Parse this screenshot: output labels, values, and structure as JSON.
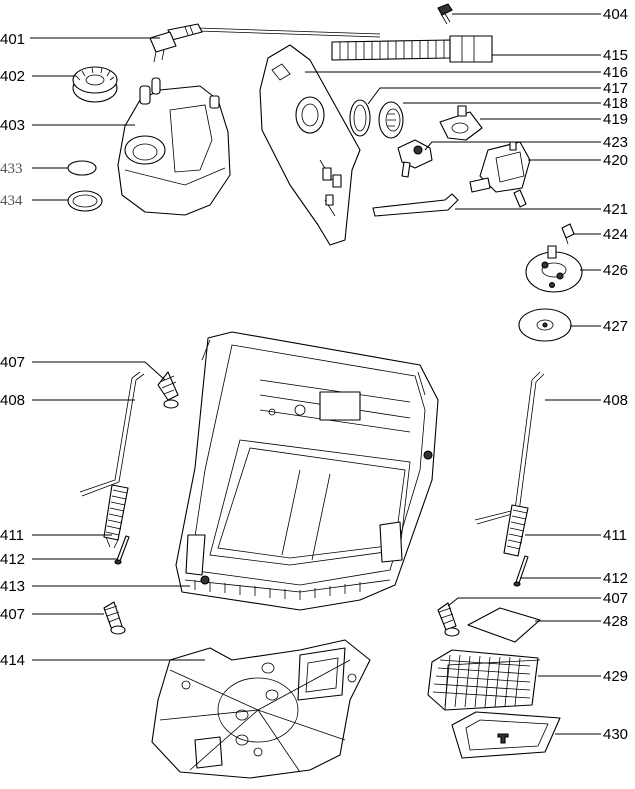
{
  "labels": {
    "l401": "401",
    "l402": "402",
    "l403": "403",
    "l404": "404",
    "l407a": "407",
    "l407b": "407",
    "l407c": "407",
    "l408a": "408",
    "l408b": "408",
    "l411a": "411",
    "l411b": "411",
    "l412a": "412",
    "l412b": "412",
    "l413": "413",
    "l414": "414",
    "l415": "415",
    "l416": "416",
    "l417": "417",
    "l418": "418",
    "l419": "419",
    "l420": "420",
    "l421": "421",
    "l423": "423",
    "l424": "424",
    "l426": "426",
    "l427": "427",
    "l428": "428",
    "l429": "429",
    "l430": "430",
    "l433": "433",
    "l434": "434"
  }
}
